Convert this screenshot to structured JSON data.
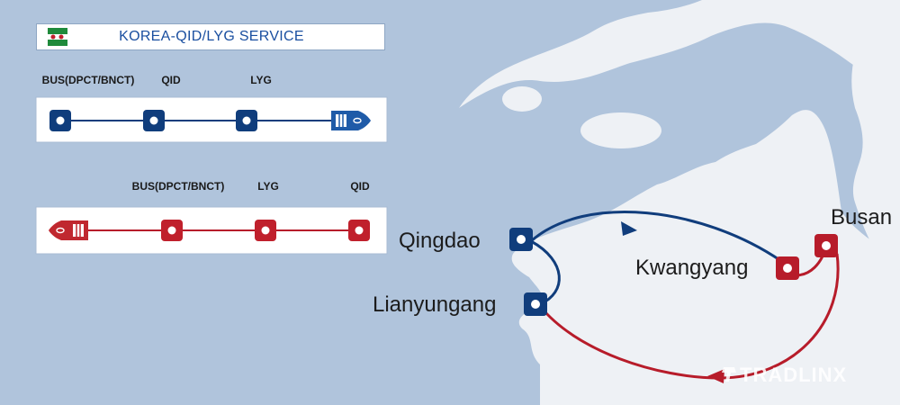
{
  "service_title": "KOREA-QID/LYG SERVICE",
  "colors": {
    "sea": "#b0c4dc",
    "land": "#eef1f5",
    "route_blue": "#103d7c",
    "route_red": "#b71c2a"
  },
  "routes": [
    {
      "id": "northbound",
      "color": "#103d7c",
      "ports": [
        "BUS(DPCT/BNCT)",
        "QID",
        "LYG"
      ],
      "end_icon": "ship-icon"
    },
    {
      "id": "southbound",
      "color": "#b71c2a",
      "start_icon": "ship-icon",
      "ports": [
        "BUS(DPCT/BNCT)",
        "LYG",
        "QID"
      ]
    }
  ],
  "map_ports": {
    "qingdao": "Qingdao",
    "lianyungang": "Lianyungang",
    "kwangyang": "Kwangyang",
    "busan": "Busan"
  },
  "watermark": "TRADLINX"
}
